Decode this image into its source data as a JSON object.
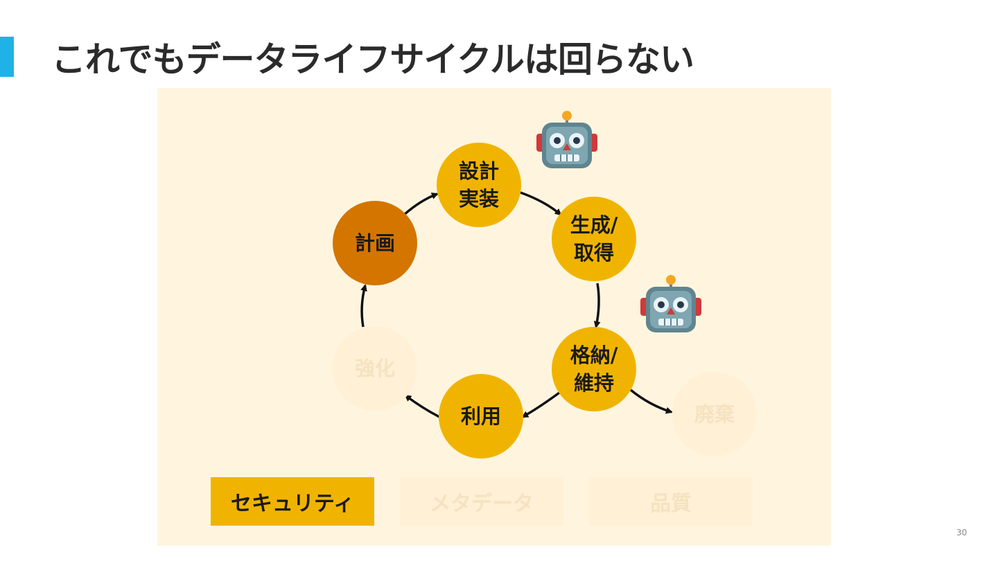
{
  "slide": {
    "title": "これでもデータライフサイクルは回らない",
    "page_number": "30"
  },
  "colors": {
    "accent_bar": "#1fb2e6",
    "panel_bg": "#fff5df",
    "node_active": "#f0b400",
    "node_plan": "#d47500",
    "node_faded": "#fff0d6"
  },
  "lifecycle": {
    "nodes": {
      "plan": "計画",
      "design": "設計\n実装",
      "generate": "生成/\n取得",
      "store": "格納/\n維持",
      "use": "利用",
      "enhance": "強化",
      "dispose": "廃棄"
    },
    "states": {
      "plan": "highlighted",
      "design": "active",
      "generate": "active",
      "store": "active",
      "use": "active",
      "enhance": "faded",
      "dispose": "faded"
    }
  },
  "cross_cutting": {
    "security": "セキュリティ",
    "metadata": "メタデータ",
    "quality": "品質"
  },
  "icons": {
    "automation": "robot-icon"
  }
}
